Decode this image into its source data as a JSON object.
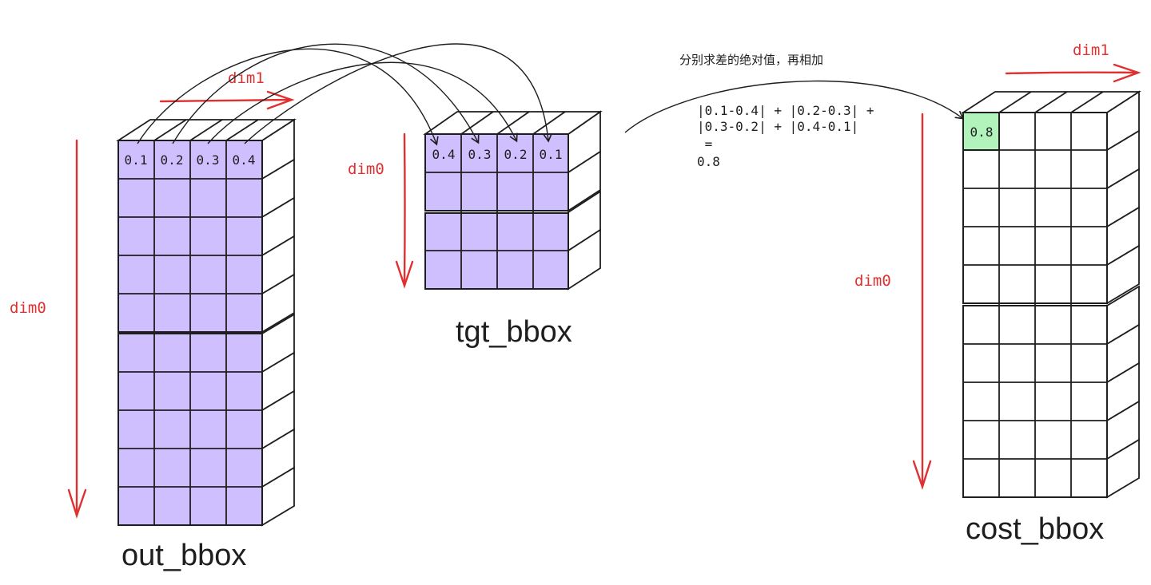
{
  "colors": {
    "stroke": "#1e1e1e",
    "purple_fill": "#d0bfff",
    "green_fill": "#b2f2bb",
    "red_arrow": "#e03131",
    "background": "#ffffff"
  },
  "out_bbox": {
    "title": "out_bbox",
    "first_row": [
      "0.1",
      "0.2",
      "0.3",
      "0.4"
    ],
    "dim0_label": "dim0",
    "dim1_label": "dim1"
  },
  "tgt_bbox": {
    "title": "tgt_bbox",
    "first_row": [
      "0.4",
      "0.3",
      "0.2",
      "0.1"
    ],
    "dim0_label": "dim0"
  },
  "cost_bbox": {
    "title": "cost_bbox",
    "first_cell": "0.8",
    "dim0_label": "dim0",
    "dim1_label": "dim1"
  },
  "annotation": {
    "note": "分别求差的绝对值，再相加",
    "formula_lines": [
      "|0.1-0.4| + |0.2-0.3| +",
      "|0.3-0.2| + |0.4-0.1|",
      " =",
      "0.8"
    ]
  }
}
